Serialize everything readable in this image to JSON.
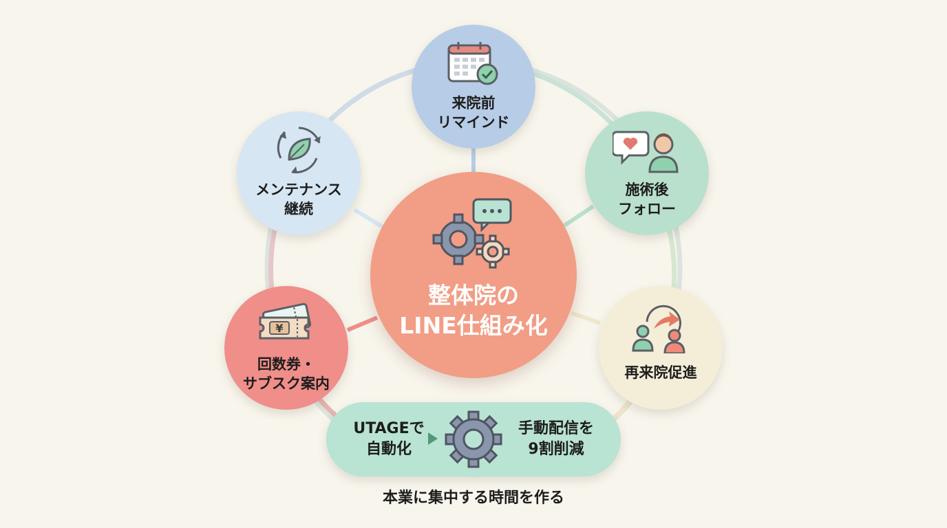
{
  "center": {
    "title_line1": "整体院の",
    "title_line2": "LINE仕組み化",
    "icon": "gears-chat-icon"
  },
  "nodes": [
    {
      "id": "reminder",
      "line1": "来院前",
      "line2": "リマインド",
      "icon": "calendar-check-icon",
      "color": "#b7cce6"
    },
    {
      "id": "followup",
      "line1": "施術後",
      "line2": "フォロー",
      "icon": "heart-speech-person-icon",
      "color": "#b9e0cc"
    },
    {
      "id": "revisit",
      "line1": "再来院促進",
      "line2": "",
      "icon": "people-return-arrow-icon",
      "color": "#f4edd8"
    },
    {
      "id": "ticket",
      "line1": "回数券・",
      "line2": "サブスク案内",
      "icon": "yen-ticket-icon",
      "color": "#f08e8a"
    },
    {
      "id": "maintenance",
      "line1": "メンテナンス",
      "line2": "継続",
      "icon": "leaf-cycle-icon",
      "color": "#d6e6f2"
    }
  ],
  "automation": {
    "left_line1": "UTAGEで",
    "left_line2": "自動化",
    "right_line1": "手動配信を",
    "right_line2": "9割削減",
    "icon": "gear-icon",
    "arrow_icon": "triangle-arrow-icon",
    "color": "#b9e3d3"
  },
  "footer": "本業に集中する時間を作る"
}
